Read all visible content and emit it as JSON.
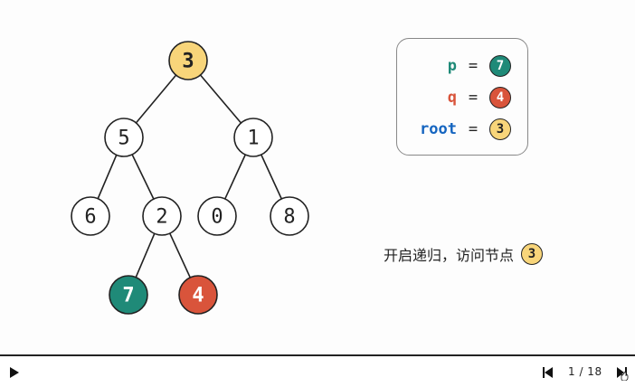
{
  "tree": {
    "nodes": [
      {
        "id": "n3",
        "label": "3",
        "fill": "#f8d57a",
        "text_color": "#222",
        "bold": true
      },
      {
        "id": "n5",
        "label": "5",
        "fill": "#ffffff",
        "text_color": "#222",
        "bold": false
      },
      {
        "id": "n1",
        "label": "1",
        "fill": "#ffffff",
        "text_color": "#222",
        "bold": false
      },
      {
        "id": "n6",
        "label": "6",
        "fill": "#ffffff",
        "text_color": "#222",
        "bold": false
      },
      {
        "id": "n2",
        "label": "2",
        "fill": "#ffffff",
        "text_color": "#222",
        "bold": false
      },
      {
        "id": "n0",
        "label": "0",
        "fill": "#ffffff",
        "text_color": "#222",
        "bold": false
      },
      {
        "id": "n8",
        "label": "8",
        "fill": "#ffffff",
        "text_color": "#222",
        "bold": false
      },
      {
        "id": "n7",
        "label": "7",
        "fill": "#1f8a78",
        "text_color": "#ffffff",
        "bold": true
      },
      {
        "id": "n4",
        "label": "4",
        "fill": "#d9543b",
        "text_color": "#ffffff",
        "bold": true
      }
    ],
    "edges": [
      [
        "n3",
        "n5"
      ],
      [
        "n3",
        "n1"
      ],
      [
        "n5",
        "n6"
      ],
      [
        "n5",
        "n2"
      ],
      [
        "n1",
        "n0"
      ],
      [
        "n1",
        "n8"
      ],
      [
        "n2",
        "n7"
      ],
      [
        "n2",
        "n4"
      ]
    ]
  },
  "legend": {
    "p": {
      "var": "p",
      "eq": "=",
      "value": "7",
      "var_color": "#1f8a78",
      "circle_fill": "#1f8a78",
      "circle_text": "#ffffff"
    },
    "q": {
      "var": "q",
      "eq": "=",
      "value": "4",
      "var_color": "#d9543b",
      "circle_fill": "#d9543b",
      "circle_text": "#ffffff"
    },
    "root": {
      "var": "root",
      "eq": "=",
      "value": "3",
      "var_color": "#1565c0",
      "circle_fill": "#f8d57a",
      "circle_text": "#222222"
    }
  },
  "caption": {
    "text": "开启递归，访问节点",
    "node_value": "3",
    "node_fill": "#f8d57a"
  },
  "controls": {
    "page_counter": "1 / 18"
  }
}
